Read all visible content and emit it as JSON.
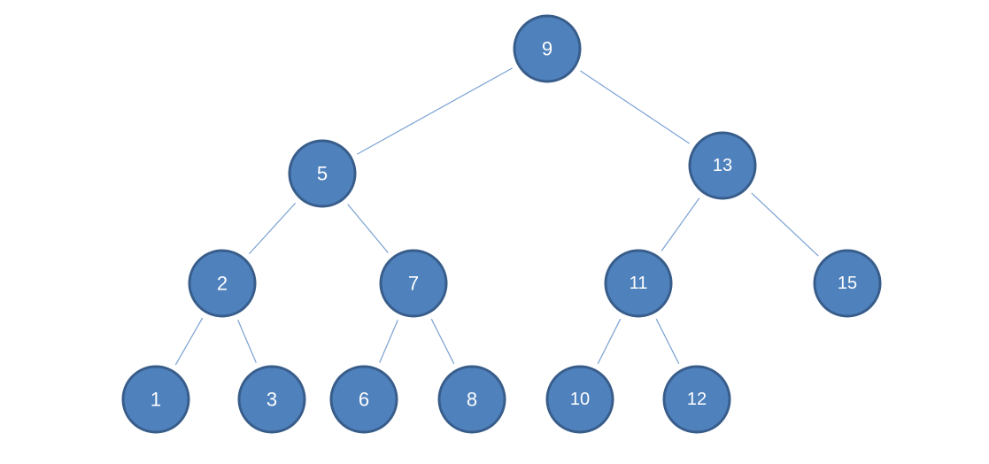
{
  "diagram": {
    "type": "binary-tree",
    "colors": {
      "node_fill": "#4f81bd",
      "node_stroke": "#385d8a",
      "edge": "#7aa1d2",
      "label": "#ffffff"
    },
    "nodes": [
      {
        "id": "n9",
        "label": "9"
      },
      {
        "id": "n5",
        "label": "5"
      },
      {
        "id": "n13",
        "label": "13"
      },
      {
        "id": "n2",
        "label": "2"
      },
      {
        "id": "n7",
        "label": "7"
      },
      {
        "id": "n11",
        "label": "11"
      },
      {
        "id": "n15",
        "label": "15"
      },
      {
        "id": "n1",
        "label": "1"
      },
      {
        "id": "n3",
        "label": "3"
      },
      {
        "id": "n6",
        "label": "6"
      },
      {
        "id": "n8",
        "label": "8"
      },
      {
        "id": "n10",
        "label": "10"
      },
      {
        "id": "n12",
        "label": "12"
      }
    ],
    "edges": [
      {
        "from": "n9",
        "to": "n5"
      },
      {
        "from": "n9",
        "to": "n13"
      },
      {
        "from": "n5",
        "to": "n2"
      },
      {
        "from": "n5",
        "to": "n7"
      },
      {
        "from": "n13",
        "to": "n11"
      },
      {
        "from": "n13",
        "to": "n15"
      },
      {
        "from": "n2",
        "to": "n1"
      },
      {
        "from": "n2",
        "to": "n3"
      },
      {
        "from": "n7",
        "to": "n6"
      },
      {
        "from": "n7",
        "to": "n8"
      },
      {
        "from": "n11",
        "to": "n10"
      },
      {
        "from": "n11",
        "to": "n12"
      }
    ]
  }
}
